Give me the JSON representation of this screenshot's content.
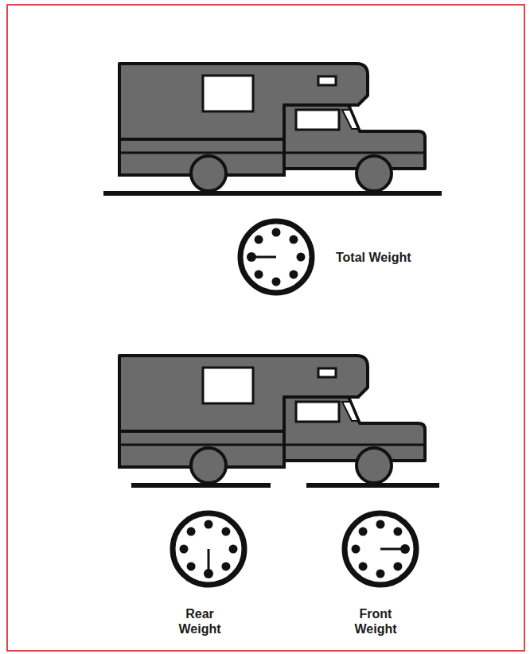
{
  "diagram": {
    "labels": [
      "Total Weight",
      "Rear Weight",
      "Front Weight"
    ]
  }
}
